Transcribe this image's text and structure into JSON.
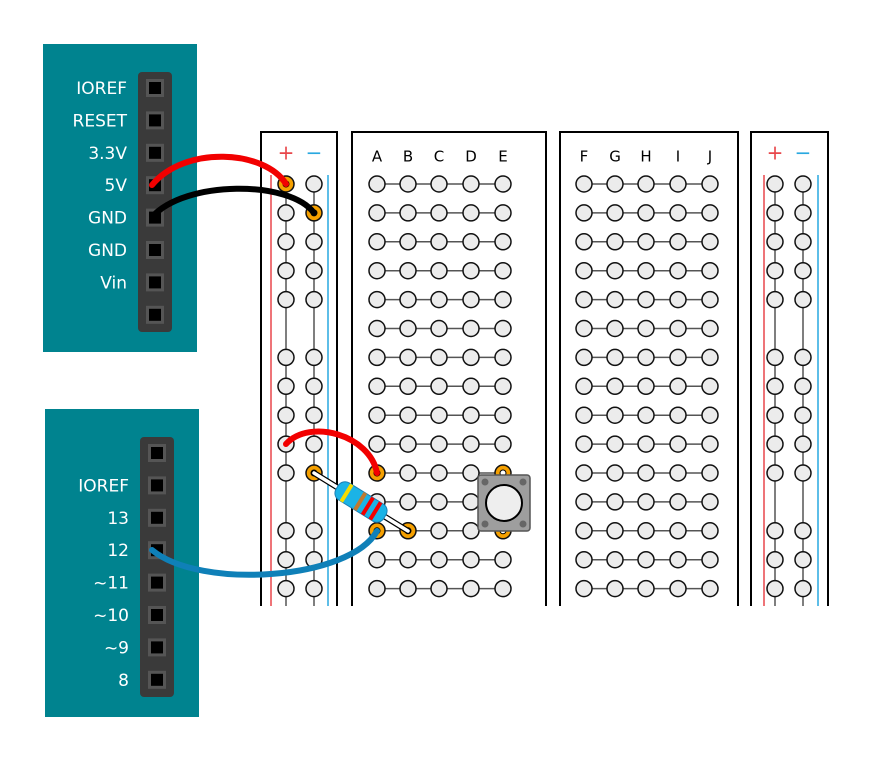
{
  "header_power": {
    "pins": [
      "IOREF",
      "RESET",
      "3.3V",
      "5V",
      "GND",
      "GND",
      "Vin",
      ""
    ]
  },
  "header_digital": {
    "pins": [
      "",
      "IOREF",
      "13",
      "12",
      "~11",
      "~10",
      "~9",
      "8"
    ]
  },
  "breadboard": {
    "columns_left": [
      "A",
      "B",
      "C",
      "D",
      "E"
    ],
    "columns_right": [
      "F",
      "G",
      "H",
      "I",
      "J"
    ],
    "rail_plus": "+",
    "rail_minus": "−"
  },
  "colors": {
    "board": "#00838F",
    "rail_plus": "#e8474b",
    "rail_minus": "#29a8e0",
    "wire_red": "#f20000",
    "wire_black": "#000000",
    "wire_blue": "#0f80b8",
    "highlight": "#f5a000"
  }
}
